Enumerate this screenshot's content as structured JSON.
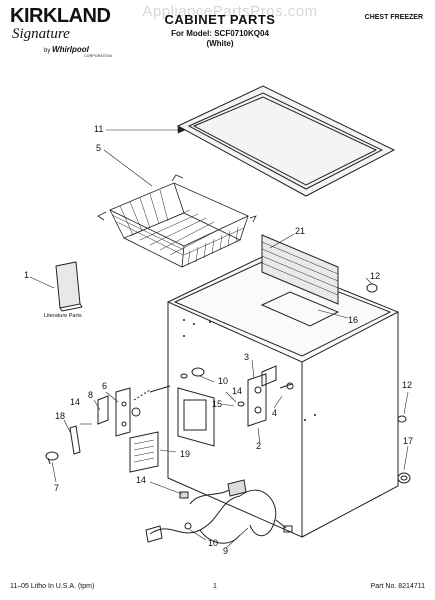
{
  "header": {
    "brand_line1": "KIRKLAND",
    "brand_line2": "Signature",
    "by_text": "by",
    "whirlpool": "Whirlpool",
    "corporation": "CORPORATION",
    "watermark": "AppliancePartsPros.com",
    "title": "CABINET PARTS",
    "model": "For Model: SCF0710KQ04",
    "color": "(White)",
    "product": "CHEST FREEZER"
  },
  "labels": {
    "literature": "Literature Parts"
  },
  "callouts": [
    "11",
    "5",
    "21",
    "1",
    "12",
    "16",
    "3",
    "10",
    "14",
    "6",
    "8",
    "15",
    "4",
    "12",
    "2",
    "14",
    "18",
    "19",
    "7",
    "17",
    "14",
    "10",
    "9"
  ],
  "footer": {
    "left": "11–05 Litho In U.S.A. (tpm)",
    "page": "1",
    "part_no": "Part No. 8214711"
  }
}
